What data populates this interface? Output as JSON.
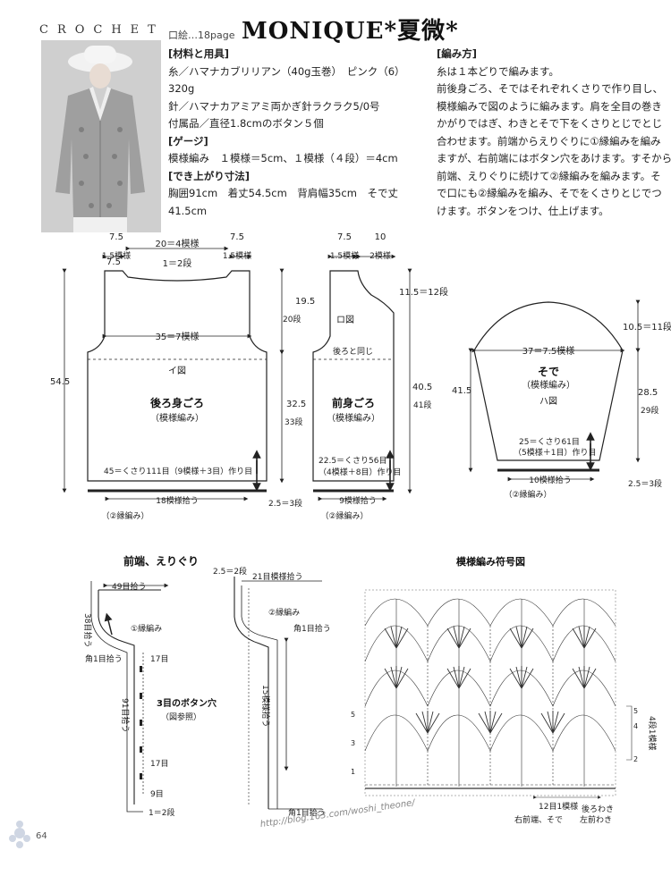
{
  "header": {
    "series": "CROCHET",
    "ref": "口絵…18page",
    "title": "MONIQUE*夏微*"
  },
  "materials": {
    "heading": "[材料と用具]",
    "yarn": "糸／ハマナカブリリアン（40g玉巻）　ピンク（6）",
    "yarn_amount": "320g",
    "needle": "針／ハマナカアミアミ両かぎ針ラクラク5/0号",
    "accessories": "付属品／直径1.8cmのボタン５個"
  },
  "gauge": {
    "heading": "[ゲージ]",
    "value": "模様編み　１模様＝5cm、１模様（４段）＝4cm"
  },
  "size": {
    "heading": "[でき上がり寸法]",
    "line1": "胸囲91cm　着丈54.5cm　背肩幅35cm　そで丈",
    "line2": "41.5cm"
  },
  "instructions": {
    "heading": "[編み方]",
    "lines": [
      "糸は１本どりで編みます。",
      "前後身ごろ、そではそれぞれくさりで作り目し、",
      "模様編みで図のように編みます。肩を全目の巻き",
      "かがりではぎ、わきとそで下をくさりとじでとじ",
      "合わせます。前端からえりぐりに①縁編みを編み",
      "ますが、右前端にはボタン穴をあけます。すそから",
      "前端、えりぐりに続けて②縁編みを編みます。そ",
      "で口にも②縁編みを編み、そでをくさりとじでつ",
      "けます。ボタンをつけ、仕上げます。"
    ]
  },
  "back": {
    "title": "後ろ身ごろ",
    "pattern": "（模様編み）",
    "label": "イ図",
    "top_left": "7.5",
    "top_left_sub": "1.5模様",
    "top_center": "20＝4模様",
    "top_right": "7.5",
    "top_right_sub": "1.5模様",
    "neck": "1＝2段",
    "armhole": "19.5",
    "armhole_rows": "20段",
    "width": "35＝7模様",
    "length": "54.5",
    "body_len": "32.5",
    "body_rows": "33段",
    "chain": "45＝くさり111目（9模様＋3目）作り目",
    "pickup": "18模様拾う",
    "border": "（②縁編み）",
    "hem": "2.5＝3段"
  },
  "front": {
    "title": "前身ごろ",
    "pattern": "（模様編み）",
    "label": "ロ図",
    "same": "後ろと同じ",
    "top_left": "7.5",
    "top_left_sub": "1.5模様",
    "top_right": "10",
    "top_right_sub": "2模様",
    "neck": "11.5＝12段",
    "length": "40.5",
    "length_rows": "41段",
    "chain_a": "22.5＝くさり56目",
    "chain_b": "（4模様＋8目）作り目",
    "pickup": "9模様拾う",
    "border": "（②縁編み）"
  },
  "sleeve": {
    "title": "そで",
    "pattern": "（模様編み）",
    "label": "ハ図",
    "cap": "10.5＝11段",
    "width": "37＝7.5模様",
    "length": "41.5",
    "body_len": "28.5",
    "body_rows": "29段",
    "chain_a": "25＝くさり61目",
    "chain_b": "（5模様＋1目）作り目",
    "pickup": "10模様拾う",
    "border": "（②縁編み）",
    "hem": "2.5＝3段"
  },
  "neckline": {
    "title": "前端、えりぐり",
    "left": {
      "top": "49目拾う",
      "curve": "38目拾う",
      "border1": "①縁編み",
      "corner": "角1目拾う",
      "rows_a": "17目",
      "buttonhole": "3目のボタン穴",
      "ref": "（図参照）",
      "side": "91目拾う",
      "rows_b": "17目",
      "rows_c": "9目",
      "bottom": "1＝2段"
    },
    "right": {
      "top_a": "2.5＝2段",
      "top_b": "21目模様拾う",
      "border2": "②縁編み",
      "corner_top": "角1目拾う",
      "side": "15模様拾う",
      "corner_bottom": "角1目拾う"
    }
  },
  "chart": {
    "title": "模様編み符号図",
    "row5": "5",
    "row3": "3",
    "row1": "1",
    "r_row5": "5",
    "r_row4": "4",
    "r_row2": "2",
    "repeat": "4段1模様",
    "bottom_repeat": "12目1模様",
    "left_side": "右前端、そで",
    "right_side": "後ろわき",
    "right_side2": "左前わき"
  },
  "footer": {
    "page": "64",
    "watermark": "http://blog.163.com/woshi_theone/"
  }
}
